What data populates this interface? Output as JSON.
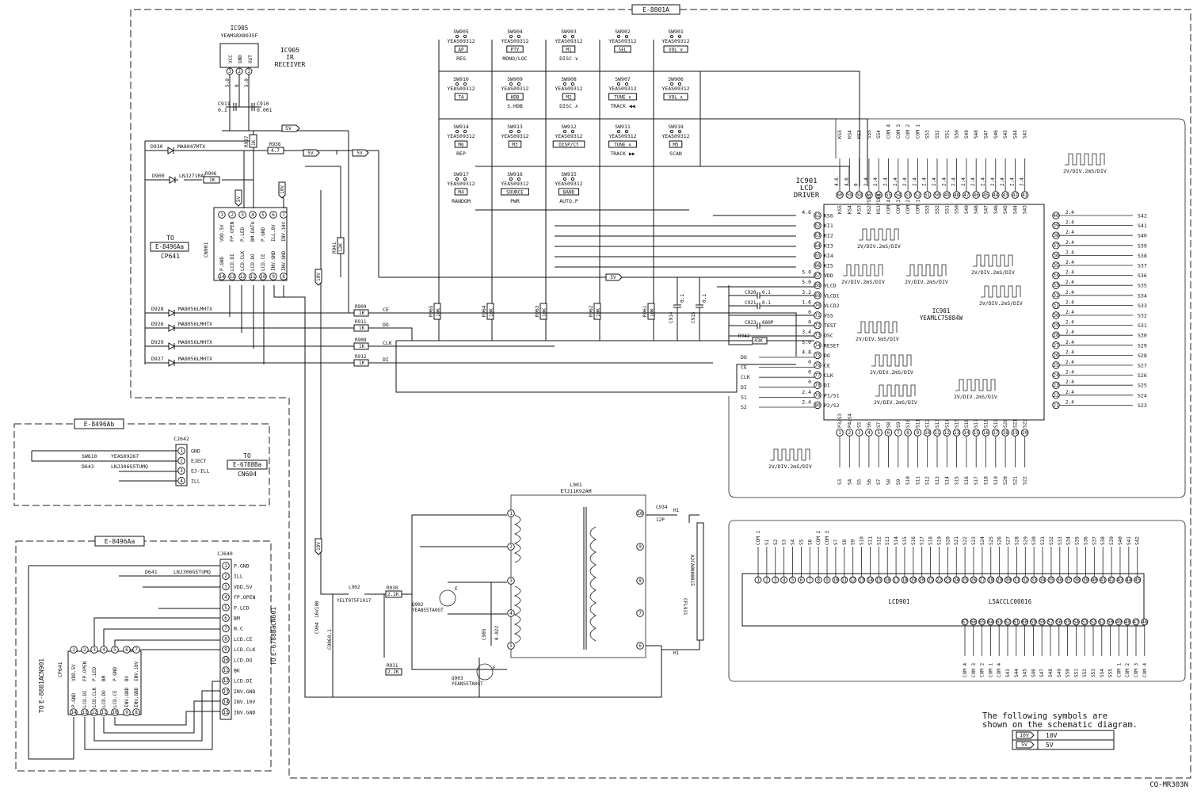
{
  "board_main": "E-8801A",
  "board_b": "E-8496Ab",
  "board_a": "E-8496Aa",
  "footer_code": "CQ-MR303N",
  "ir": {
    "ref": "IC905",
    "part": "YEAMSRX8035F",
    "title1": "IC905",
    "title2": "IR",
    "title3": "RECEIVER",
    "pins": [
      "VCC",
      "GND",
      "OUT"
    ],
    "volts": [
      "5.0",
      "0",
      "5.0"
    ]
  },
  "caps_ir": [
    {
      "ref": "C911",
      "val": "0.1"
    },
    {
      "ref": "C910",
      "val": "0.001"
    }
  ],
  "switches": [
    {
      "ref": "SW905",
      "part": "YEAS09312",
      "key": "AP",
      "label": "REG"
    },
    {
      "ref": "SW904",
      "part": "YEAS09312",
      "key": "PTY",
      "label": "MONO/LOC"
    },
    {
      "ref": "SW903",
      "part": "YEAS09312",
      "key": "M1",
      "label": "DISC ∨"
    },
    {
      "ref": "SW902",
      "part": "YEAS09312",
      "key": "SEL",
      "label": ""
    },
    {
      "ref": "SW901",
      "part": "YEAS09312",
      "key": "VOL ∨",
      "label": ""
    },
    {
      "ref": "SW910",
      "part": "YEAS09312",
      "key": "TA",
      "label": ""
    },
    {
      "ref": "SW909",
      "part": "YEAS09312",
      "key": "HDB",
      "label": "S.HDB"
    },
    {
      "ref": "SW908",
      "part": "YEAS09312",
      "key": "M2",
      "label": "DISC ∧"
    },
    {
      "ref": "SW907",
      "part": "YEAS09312",
      "key": "TUNE ∨",
      "label": "TRACK ◀◀"
    },
    {
      "ref": "SW906",
      "part": "YEAS09312",
      "key": "VOL ∧",
      "label": ""
    },
    {
      "ref": "SW914",
      "part": "YEAS09312",
      "key": "M6",
      "label": "REP"
    },
    {
      "ref": "SW913",
      "part": "YEAS09312",
      "key": "M3",
      "label": ""
    },
    {
      "ref": "SW912",
      "part": "YEAS09312",
      "key": "DISP/CT",
      "label": ""
    },
    {
      "ref": "SW911",
      "part": "YEAS09312",
      "key": "TUNE ∧",
      "label": "TRACK ▶▶"
    },
    {
      "ref": "SW918",
      "part": "YEAS09312",
      "key": "M5",
      "label": "SCAN"
    },
    {
      "ref": "SW917",
      "part": "YEAS09312",
      "key": "M4",
      "label": "RANDOM"
    },
    {
      "ref": "SW916",
      "part": "YEAS09312",
      "key": "SOURCE",
      "label": "PWR"
    },
    {
      "ref": "SW915",
      "part": "YEAS09312",
      "key": "BAND",
      "label": "AUTO.P"
    }
  ],
  "ic901": {
    "ref": "IC901",
    "t1": "IC901",
    "t2": "LCD",
    "t3": "DRIVER",
    "part": "YEAMLC75884W"
  },
  "ic901_left_pins": [
    {
      "n": "61",
      "sig": "KS6",
      "v": "4.6"
    },
    {
      "n": "62",
      "sig": "KI1",
      "v": ""
    },
    {
      "n": "63",
      "sig": "KI2",
      "v": ""
    },
    {
      "n": "64",
      "sig": "KI3",
      "v": ""
    },
    {
      "n": "65",
      "sig": "KI4",
      "v": ""
    },
    {
      "n": "66",
      "sig": "KI5",
      "v": ""
    },
    {
      "n": "67",
      "sig": "VDD",
      "v": "5.0"
    },
    {
      "n": "68",
      "sig": "VLCD",
      "v": "5.0"
    },
    {
      "n": "69",
      "sig": "VLCD1",
      "v": "3.2"
    },
    {
      "n": "70",
      "sig": "VLCD2",
      "v": "1.6"
    },
    {
      "n": "71",
      "sig": "VSS",
      "v": "0"
    },
    {
      "n": "72",
      "sig": "TEST",
      "v": "0"
    },
    {
      "n": "73",
      "sig": "OSC",
      "v": "3.4"
    },
    {
      "n": "74",
      "sig": "RESET",
      "v": "5.0"
    },
    {
      "n": "75",
      "sig": "DO",
      "v": "4.8"
    },
    {
      "n": "76",
      "sig": "CE",
      "v": "0"
    },
    {
      "n": "77",
      "sig": "CLK",
      "v": "0"
    },
    {
      "n": "78",
      "sig": "DI",
      "v": "0"
    },
    {
      "n": "79",
      "sig": "P1/S1",
      "v": "2.4"
    },
    {
      "n": "80",
      "sig": "P2/S2",
      "v": "2.4"
    }
  ],
  "ic901_top_pins": [
    {
      "n": "60",
      "sig": "KS5",
      "v": "4.6"
    },
    {
      "n": "59",
      "sig": "KS4",
      "v": "4.6"
    },
    {
      "n": "58",
      "sig": "KS3",
      "v": "0"
    },
    {
      "n": "57",
      "sig": "KS2/S55",
      "v": "2.4"
    },
    {
      "n": "56",
      "sig": "KS1/S54",
      "v": "2.4"
    },
    {
      "n": "55",
      "sig": "COM 4",
      "v": "2.4"
    },
    {
      "n": "54",
      "sig": "COM 3",
      "v": "2.4"
    },
    {
      "n": "53",
      "sig": "COM 2",
      "v": "2.4"
    },
    {
      "n": "52",
      "sig": "COM 1",
      "v": "2.4"
    },
    {
      "n": "51",
      "sig": "S53",
      "v": "2.4"
    },
    {
      "n": "50",
      "sig": "S52",
      "v": "2.4"
    },
    {
      "n": "49",
      "sig": "S51",
      "v": "2.4"
    },
    {
      "n": "48",
      "sig": "S50",
      "v": "2.4"
    },
    {
      "n": "47",
      "sig": "S49",
      "v": "2.4"
    },
    {
      "n": "46",
      "sig": "S48",
      "v": "2.4"
    },
    {
      "n": "45",
      "sig": "S47",
      "v": "2.4"
    },
    {
      "n": "44",
      "sig": "S46",
      "v": "2.4"
    },
    {
      "n": "43",
      "sig": "S45",
      "v": "2.4"
    },
    {
      "n": "42",
      "sig": "S44",
      "v": "2.4"
    },
    {
      "n": "41",
      "sig": "S43",
      "v": "2.4"
    }
  ],
  "ic901_top_signals": [
    "KS5",
    "KS4",
    "KS3",
    "S55",
    "S54",
    "COM 4",
    "COM 3",
    "COM 2",
    "COM 1",
    "S53",
    "S52",
    "S51",
    "S50",
    "S49",
    "S48",
    "S47",
    "S46",
    "S45",
    "S44",
    "S43"
  ],
  "ic901_right_pins": [
    {
      "n": "40",
      "sig": "S42"
    },
    {
      "n": "39",
      "sig": "S41"
    },
    {
      "n": "38",
      "sig": "S40"
    },
    {
      "n": "37",
      "sig": "S39"
    },
    {
      "n": "36",
      "sig": "S38"
    },
    {
      "n": "35",
      "sig": "S37"
    },
    {
      "n": "34",
      "sig": "S36"
    },
    {
      "n": "33",
      "sig": "S35"
    },
    {
      "n": "32",
      "sig": "S34"
    },
    {
      "n": "31",
      "sig": "S33"
    },
    {
      "n": "30",
      "sig": "S32"
    },
    {
      "n": "29",
      "sig": "S31"
    },
    {
      "n": "28",
      "sig": "S30"
    },
    {
      "n": "27",
      "sig": "S29"
    },
    {
      "n": "26",
      "sig": "S28"
    },
    {
      "n": "25",
      "sig": "S27"
    },
    {
      "n": "24",
      "sig": "S26"
    },
    {
      "n": "23",
      "sig": "S25"
    },
    {
      "n": "22",
      "sig": "S24"
    },
    {
      "n": "21",
      "sig": "S23"
    }
  ],
  "ic901_right_volt": "2.4",
  "ic901_bottom_pins": [
    {
      "n": "1",
      "sig": "P3/S3"
    },
    {
      "n": "2",
      "sig": "P4/S4"
    },
    {
      "n": "3",
      "sig": "S5"
    },
    {
      "n": "4",
      "sig": "S6"
    },
    {
      "n": "5",
      "sig": "S7"
    },
    {
      "n": "6",
      "sig": "S8"
    },
    {
      "n": "7",
      "sig": "S9"
    },
    {
      "n": "8",
      "sig": "S10"
    },
    {
      "n": "9",
      "sig": "S11"
    },
    {
      "n": "10",
      "sig": "S12"
    },
    {
      "n": "11",
      "sig": "S13"
    },
    {
      "n": "12",
      "sig": "S14"
    },
    {
      "n": "13",
      "sig": "S15"
    },
    {
      "n": "14",
      "sig": "S16"
    },
    {
      "n": "15",
      "sig": "S17"
    },
    {
      "n": "16",
      "sig": "S18"
    },
    {
      "n": "17",
      "sig": "S19"
    },
    {
      "n": "18",
      "sig": "S20"
    },
    {
      "n": "19",
      "sig": "S21"
    },
    {
      "n": "20",
      "sig": "S22"
    }
  ],
  "ic901_bottom_signals": [
    "S3",
    "S4",
    "S5",
    "S6",
    "S7",
    "S8",
    "S9",
    "S10",
    "S11",
    "S12",
    "S13",
    "S14",
    "S15",
    "S16",
    "S17",
    "S18",
    "S19",
    "S20",
    "S21",
    "S22"
  ],
  "waveform_label": "2V/DIV.2mS/DIV",
  "waveform_label_fast": "2V/DIV.5mS/DIV",
  "left_signals": [
    "DO",
    "CE",
    "CLK",
    "DI",
    "S1",
    "S2"
  ],
  "key_resistors": [
    {
      "ref": "R965",
      "val": "10K"
    },
    {
      "ref": "R964",
      "val": "10K"
    },
    {
      "ref": "R963",
      "val": "10K"
    },
    {
      "ref": "R962",
      "val": "10K"
    },
    {
      "ref": "R961",
      "val": "10K"
    }
  ],
  "ic_caps": [
    {
      "ref": "C914",
      "val": "0.1"
    },
    {
      "ref": "C915",
      "val": "0.1"
    },
    {
      "ref": "C920",
      "val": "0.1"
    },
    {
      "ref": "C921",
      "val": "0.1"
    },
    {
      "ref": "C923",
      "val": "680P"
    },
    {
      "ref": "R942",
      "val": "43K"
    }
  ],
  "cn901": {
    "ref": "CN901",
    "to": "TO",
    "board": "E-8496Aa",
    "plug": "CP641",
    "top": [
      "VDD.5V",
      "FP.OPEN",
      "P.LED",
      "BM.DATA",
      "P.GND",
      "ILL.8V",
      "INV.10V"
    ],
    "bottom": [
      "P.GND",
      "LCD.DI",
      "LCD.CLK",
      "LCD.DO",
      "LCD.CE",
      "INV.GND",
      "INV.GND"
    ]
  },
  "diodes": [
    {
      "ref": "D930",
      "part": "MA8047MTX"
    },
    {
      "ref": "D900",
      "part": "LNJ271RAL"
    },
    {
      "ref": "D928",
      "part": "MA8056LMHTX"
    },
    {
      "ref": "D926",
      "part": "MA8056LMHTX"
    },
    {
      "ref": "D929",
      "part": "MA8056LMHTX"
    },
    {
      "ref": "D927",
      "part": "MA8056LMHTX"
    }
  ],
  "resistors": [
    {
      "ref": "R907",
      "val": "1K"
    },
    {
      "ref": "R936",
      "val": "4.7"
    },
    {
      "ref": "R906",
      "val": "1K"
    },
    {
      "ref": "R941",
      "val": "12K"
    },
    {
      "ref": "R909",
      "val": "1K",
      "net": "CE"
    },
    {
      "ref": "R911",
      "val": "1K",
      "net": "DO"
    },
    {
      "ref": "R908",
      "val": "1K",
      "net": "CLK"
    },
    {
      "ref": "R912",
      "val": "1K",
      "net": "DI"
    }
  ],
  "v5_label": "5V",
  "v10_label": "10V",
  "cj642": {
    "ref": "CJ642",
    "pins": [
      "GND",
      "EJECT",
      "EJ-ILL",
      "ILL"
    ],
    "to": "TO",
    "board": "E-6788Ba",
    "cn": "CN604",
    "sw": "SW610",
    "sw_part": "YEAS09267",
    "led": "D643",
    "led_part": "LNJ306G5TUMQ"
  },
  "cj640": {
    "ref": "CJ640",
    "to": "TO",
    "board": "E-6788Ba",
    "cn": "CN601",
    "pins": [
      "P.GND",
      "ILL",
      "VDD.5V",
      "FP.OPEN",
      "P.LCD",
      "BM",
      "N.C",
      "LCD.CE",
      "LCD.CLK",
      "LCD.DO",
      "BK",
      "LCD.DI",
      "INV.GND",
      "INV.10V",
      "INV.GND"
    ],
    "led": "D641",
    "led_part": "LNJ306G5TUMQ"
  },
  "cp641": {
    "ref": "CP641",
    "to": "TO",
    "board": "E-8801A",
    "cn": "CN901",
    "top": [
      "VDD.5V",
      "FP.OPEN",
      "P.LED",
      "BM",
      "P.GND",
      "BV",
      "INV.10V"
    ],
    "bottom": [
      "P.GND",
      "LCD.DI",
      "LCD.CLK",
      "LCD.DO",
      "LCD.CE",
      "INV.GND",
      "INV.GND"
    ]
  },
  "inverter": {
    "t": "L901",
    "part": "ETJ11K92AM",
    "l902": "L902",
    "l902p": "YELT075F1017",
    "r930": "R930",
    "r930v": "2.2K",
    "r931": "R931",
    "r931v": "2.2K",
    "q902": "Q902",
    "q902p": "YEAN55TA0GT",
    "q903": "Q903",
    "q903p": "YEAN55TA0GT",
    "c934": "C934",
    "c934v": "12P",
    "c905": "C905",
    "c905v": "0.022",
    "c904": "C904",
    "c904v": "16V100",
    "c906": "C906",
    "c906v": "0.1",
    "ccfl": "CFL931",
    "ccfl_part": "A2CA0000015",
    "h1": "H1",
    "h2": "H1",
    "q_e": "E",
    "q_b": "B"
  },
  "lcd": {
    "ref": "LCD901",
    "part": "L5ACCLC00016",
    "top_signals": [
      "COM 1",
      "S1",
      "S2",
      "S3",
      "S4",
      "S5",
      "S6",
      "COM 2",
      "COM 3",
      "S7",
      "S8",
      "S9",
      "S10",
      "S11",
      "S12",
      "S13",
      "S14",
      "S15",
      "S16",
      "S17",
      "S18",
      "S19",
      "S20",
      "S21",
      "S22",
      "S23",
      "S24",
      "S25",
      "S26",
      "S27",
      "S28",
      "S29",
      "S30",
      "S31",
      "S32",
      "S33",
      "S34",
      "S35",
      "S36",
      "S37",
      "S38",
      "S39",
      "S40",
      "S41",
      "S42"
    ],
    "bottom_signals": [
      "COM 4",
      "COM 3",
      "COM 2",
      "COM 1",
      "COM 4",
      "S43",
      "S44",
      "S45",
      "S46",
      "S47",
      "S48",
      "S49",
      "S50",
      "S51",
      "S52",
      "S53",
      "S54",
      "S55",
      "COM 1",
      "COM 2",
      "COM 3",
      "COM 4"
    ]
  },
  "legend": {
    "title1": "The following symbols are",
    "title2": "shown on the schematic diagram.",
    "rows": [
      {
        "sym": "10V",
        "val": "10V"
      },
      {
        "sym": "5V",
        "val": "5V"
      }
    ]
  }
}
